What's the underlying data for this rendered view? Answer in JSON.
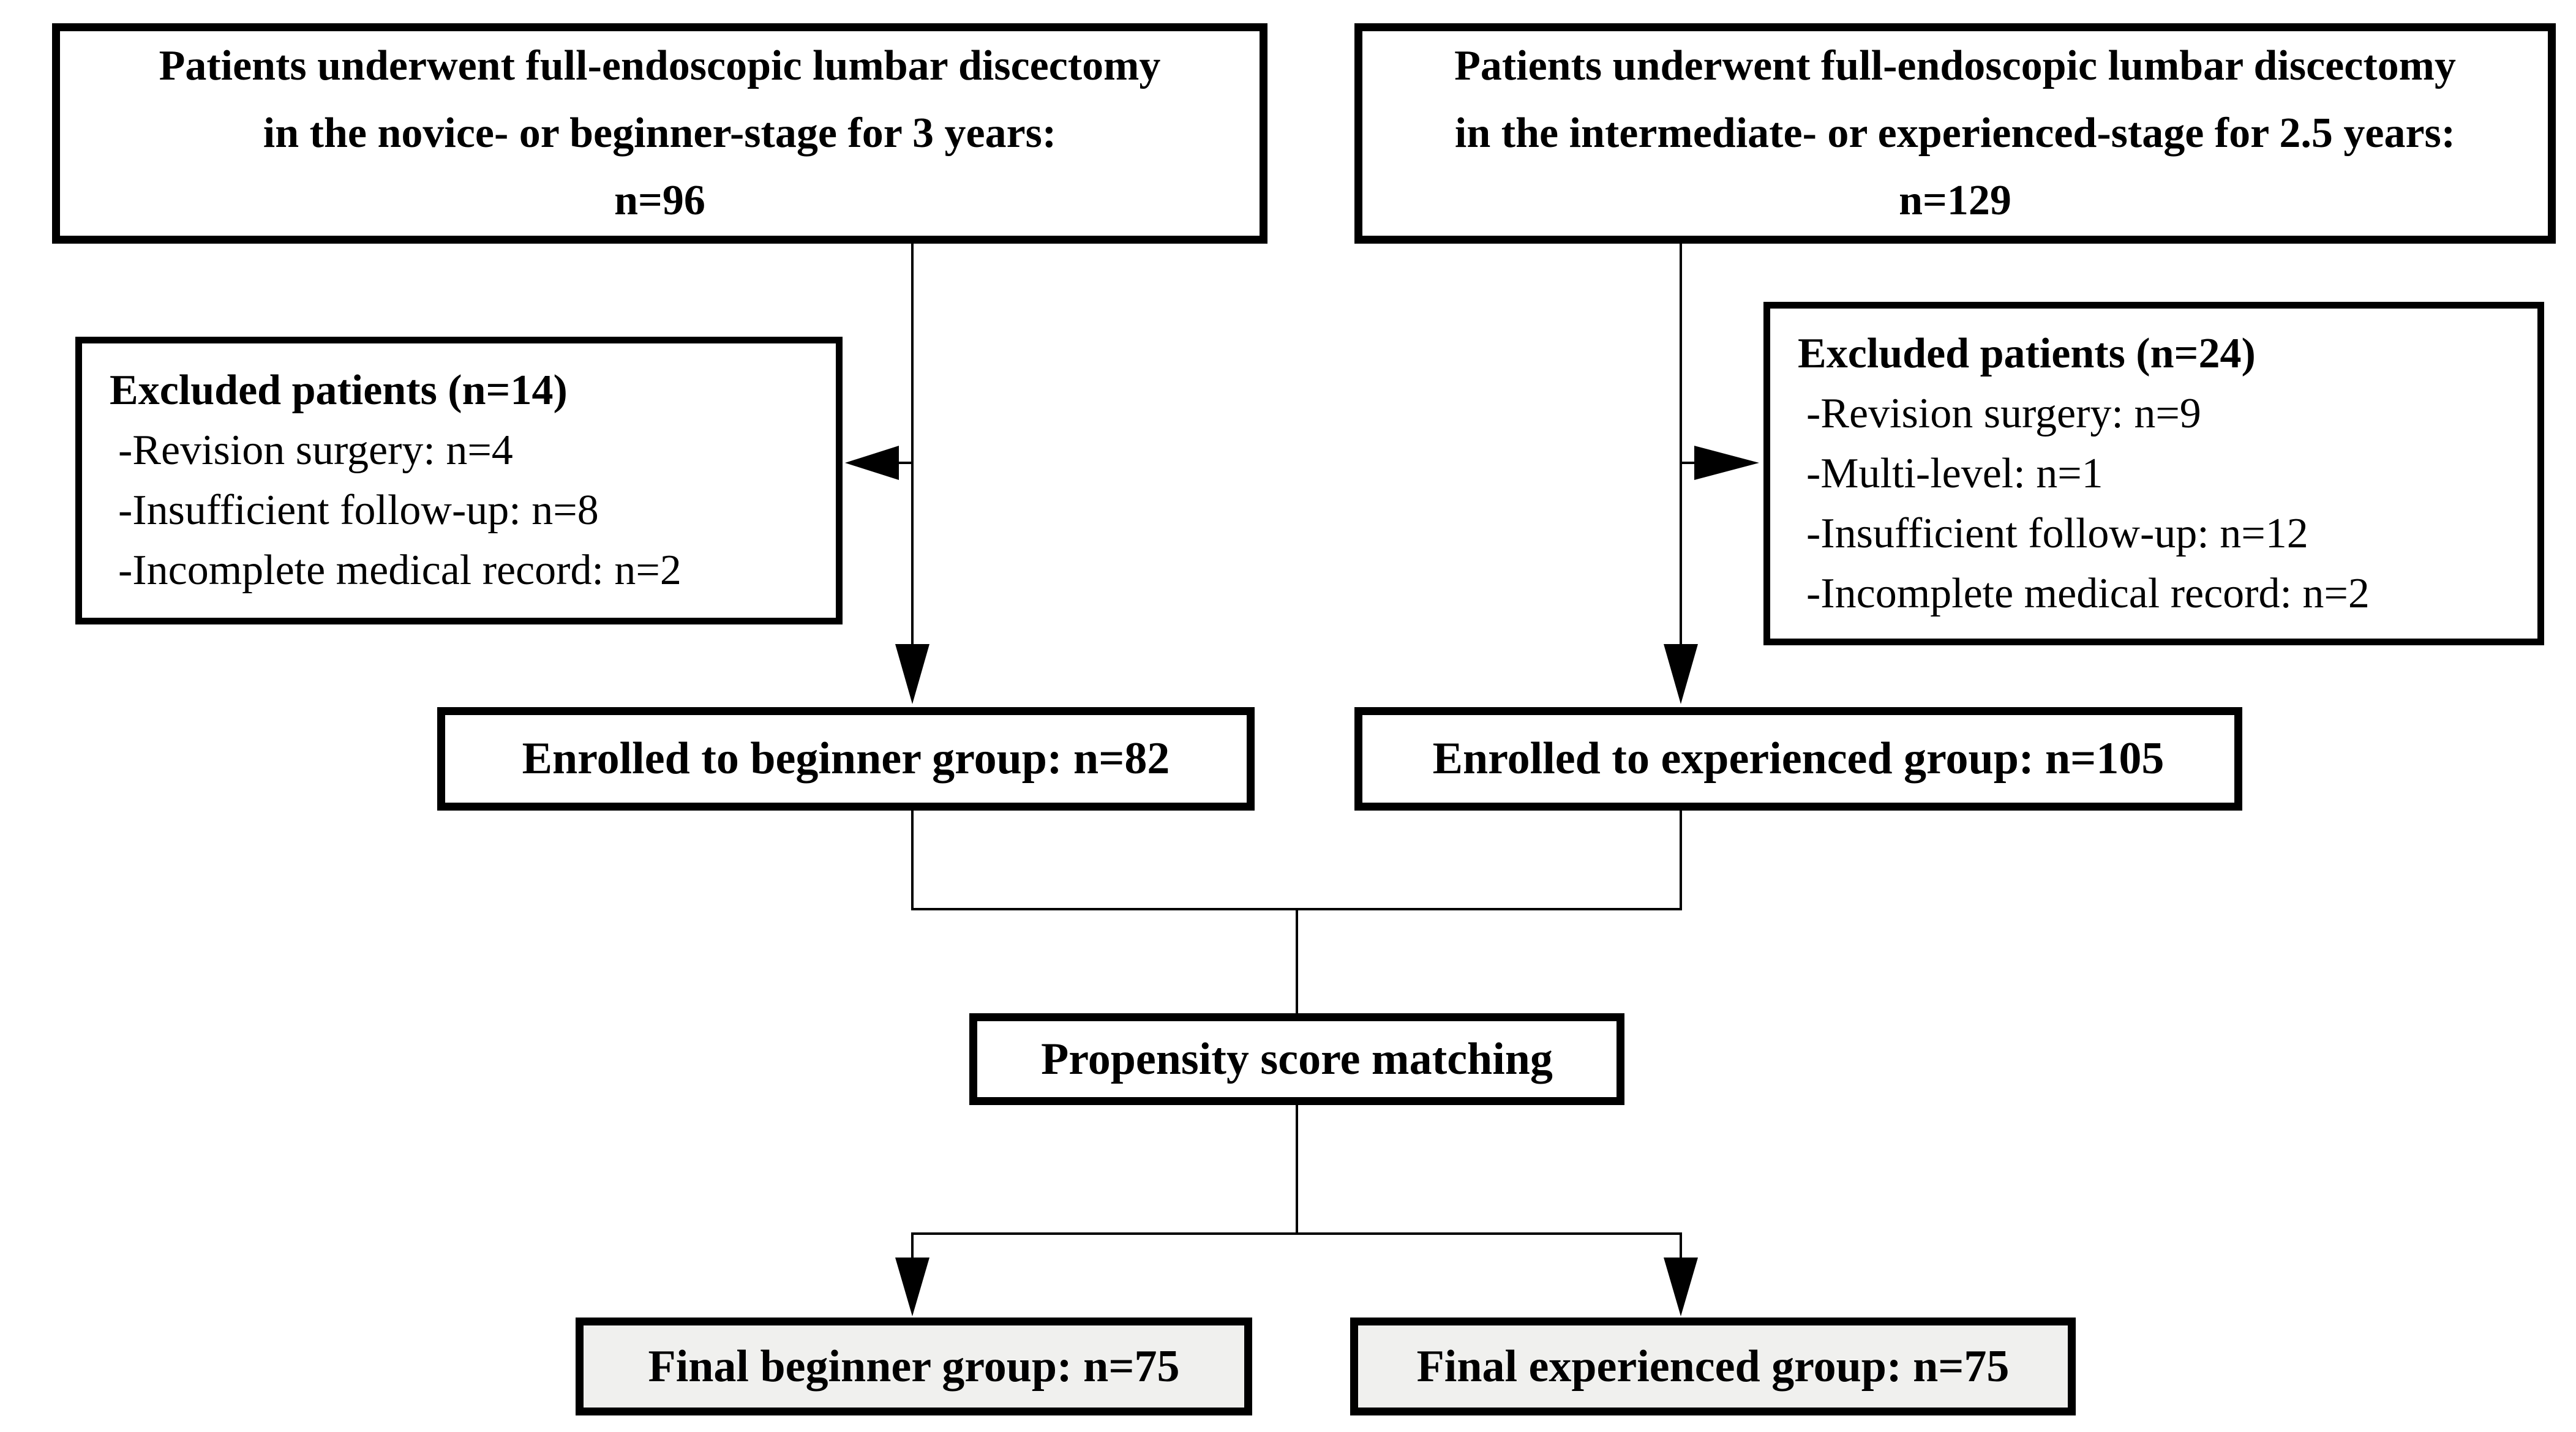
{
  "figure": {
    "kind": "patient-enrollment-flowchart"
  },
  "colors": {
    "background": "#ffffff",
    "line": "#000000",
    "text": "#000000",
    "final_box_fill": "#f0f0ee"
  },
  "boxes": {
    "source_beginner": {
      "lines": [
        "Patients underwent full-endoscopic lumbar discectomy",
        "in the novice- or beginner-stage for 3 years:",
        "n=96"
      ]
    },
    "source_experienced": {
      "lines": [
        "Patients underwent full-endoscopic lumbar discectomy",
        "in the intermediate- or experienced-stage for 2.5 years:",
        "n=129"
      ]
    },
    "excluded_beginner": {
      "title": "Excluded patients (n=14)",
      "items": [
        "-Revision surgery: n=4",
        "-Insufficient follow-up: n=8",
        "-Incomplete medical record: n=2"
      ]
    },
    "excluded_experienced": {
      "title": "Excluded patients (n=24)",
      "items": [
        "-Revision surgery: n=9",
        "-Multi-level: n=1",
        "-Insufficient follow-up: n=12",
        "-Incomplete medical record: n=2"
      ]
    },
    "enrolled_beginner": {
      "label": "Enrolled to beginner group: n=82"
    },
    "enrolled_experienced": {
      "label": "Enrolled to experienced group: n=105"
    },
    "propensity": {
      "label": "Propensity score matching"
    },
    "final_beginner": {
      "label": "Final beginner group: n=75"
    },
    "final_experienced": {
      "label": "Final experienced group: n=75"
    }
  }
}
